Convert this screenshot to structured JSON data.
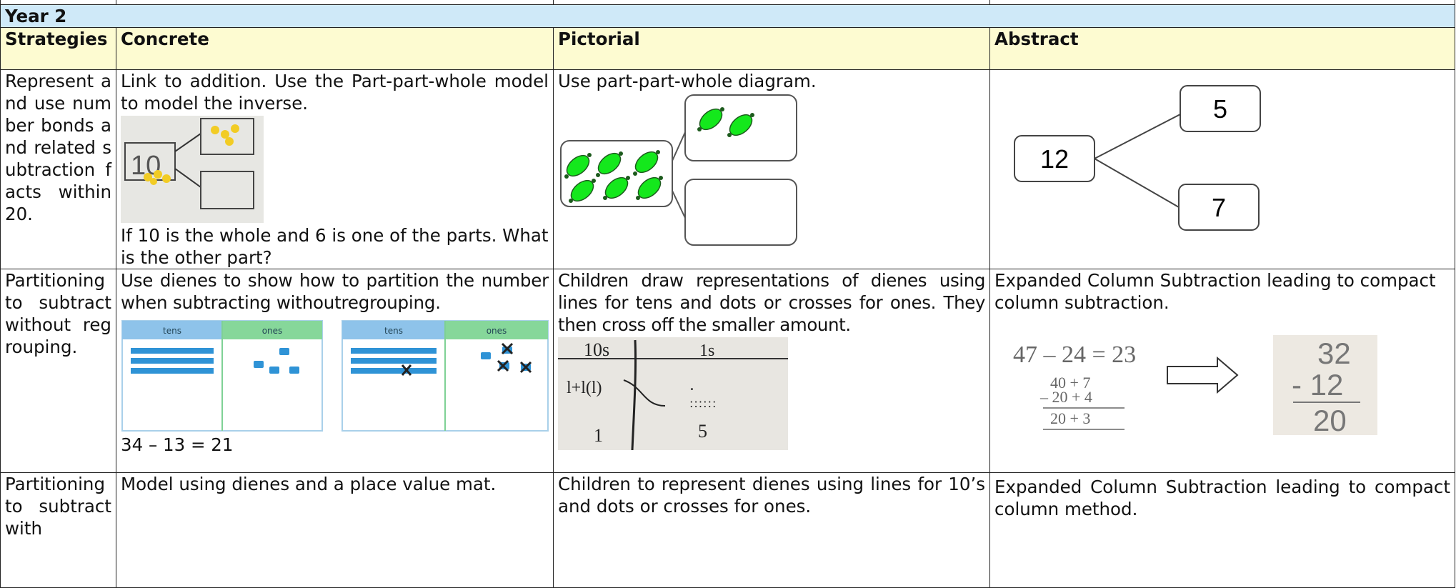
{
  "year_label": "Year 2",
  "headers": {
    "strategies": "Strategies",
    "concrete": "Concrete",
    "pictorial": "Pictorial",
    "abstract": "Abstract"
  },
  "rows": [
    {
      "strategy": "Represent and use number bonds and related subtraction facts within 20.",
      "concrete_text": "Link to addition.  Use the Part-part-whole model to model the inverse.",
      "concrete_caption": "If 10 is the whole and 6 is one of the parts. What is the other part?",
      "concrete_image_number": "10",
      "pictorial_text": "Use part-part-whole diagram.",
      "abstract_whole": "12",
      "abstract_part_a": "5",
      "abstract_part_b": "7"
    },
    {
      "strategy": "Partitioning to subtract without regrouping.",
      "concrete_text": "Use dienes to show how to partition the number when  subtracting withoutregrouping.",
      "concrete_caption": "34 – 13 = 21",
      "mat_labels": [
        "tens",
        "ones",
        "tens",
        "ones"
      ],
      "pictorial_text": "Children draw representations of dienes using lines for tens and dots or crosses for ones. They then cross off  the  smaller amount.",
      "pictorial_sketch": {
        "tens_head": "10s",
        "ones_head": "1s",
        "tens_work": "l+l(l)",
        "tens_answer": "1",
        "ones_answer": "5"
      },
      "abstract_text": "Expanded Column Subtraction leading to compact column subtraction.",
      "abstract_expanded": {
        "equation": "47 – 24 = 23",
        "line1": "40 + 7",
        "line2": "– 20 + 4",
        "line3": "20 + 3"
      },
      "abstract_compact": {
        "top": "32",
        "middle": "- 12",
        "result": "20"
      }
    },
    {
      "strategy": "Partitioning to subtract with",
      "concrete_text": "Model using dienes and a place value mat.",
      "pictorial_text": "Children to represent dienes using lines for 10’s and dots or crosses for ones.",
      "abstract_text": "Expanded Column Subtraction leading to compact column method."
    }
  ]
}
